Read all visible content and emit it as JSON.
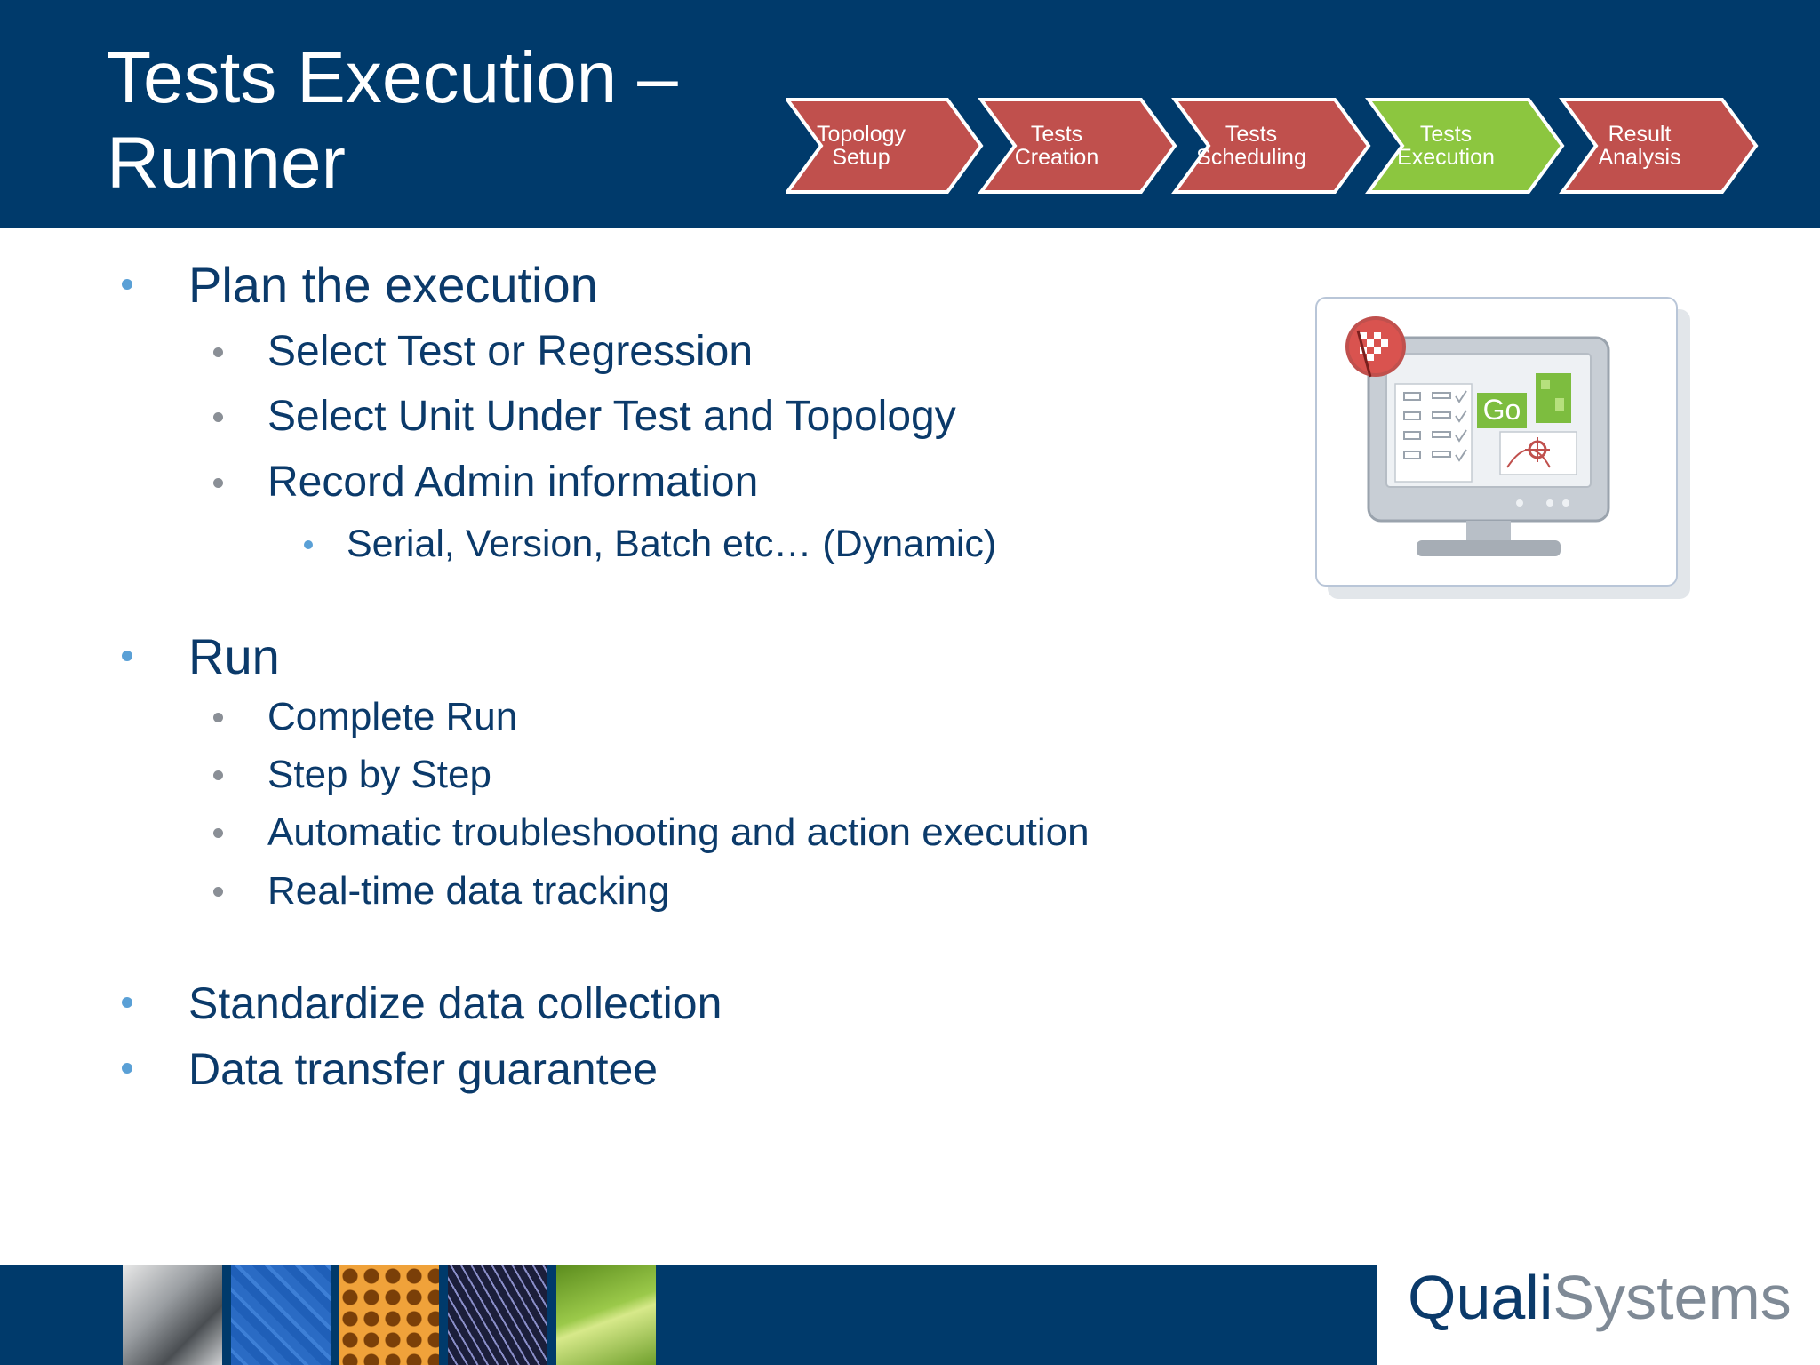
{
  "header": {
    "title_line1": "Tests Execution –",
    "title_line2": "Runner",
    "steps": [
      {
        "line1": "Topology",
        "line2": "Setup",
        "color": "#c0504d",
        "active": false
      },
      {
        "line1": "Tests",
        "line2": "Creation",
        "color": "#c0504d",
        "active": false
      },
      {
        "line1": "Tests",
        "line2": "Scheduling",
        "color": "#c0504d",
        "active": false
      },
      {
        "line1": "Tests",
        "line2": "Execution",
        "color": "#8cc63f",
        "active": true
      },
      {
        "line1": "Result",
        "line2": "Analysis",
        "color": "#c0504d",
        "active": false
      }
    ]
  },
  "content": {
    "plan": {
      "label": "Plan the execution",
      "items": [
        "Select Test or Regression",
        "Select Unit Under Test and Topology",
        "Record Admin information"
      ],
      "subitem": "Serial, Version, Batch etc… (Dynamic)"
    },
    "run": {
      "label": "Run",
      "items": [
        "Complete Run",
        "Step by Step",
        "Automatic troubleshooting and action execution",
        "Real-time data tracking"
      ]
    },
    "standardize": "Standardize data collection",
    "transfer": "Data transfer guarantee"
  },
  "illustration": {
    "icon": "monitor-go-icon",
    "go_text": "Go"
  },
  "footer": {
    "logo_part1": "Quali",
    "logo_part2": "Systems",
    "tiles": [
      "turbine-tile",
      "circuit-tile",
      "honeycomb-tile",
      "neurons-tile",
      "leaf-tile"
    ]
  },
  "colors": {
    "header_bg": "#003a6b",
    "text": "#0b3a6a",
    "bullet_l1": "#5aa0d6",
    "bullet_l2": "#8a8f96",
    "step_red": "#c0504d",
    "step_green": "#8cc63f"
  }
}
